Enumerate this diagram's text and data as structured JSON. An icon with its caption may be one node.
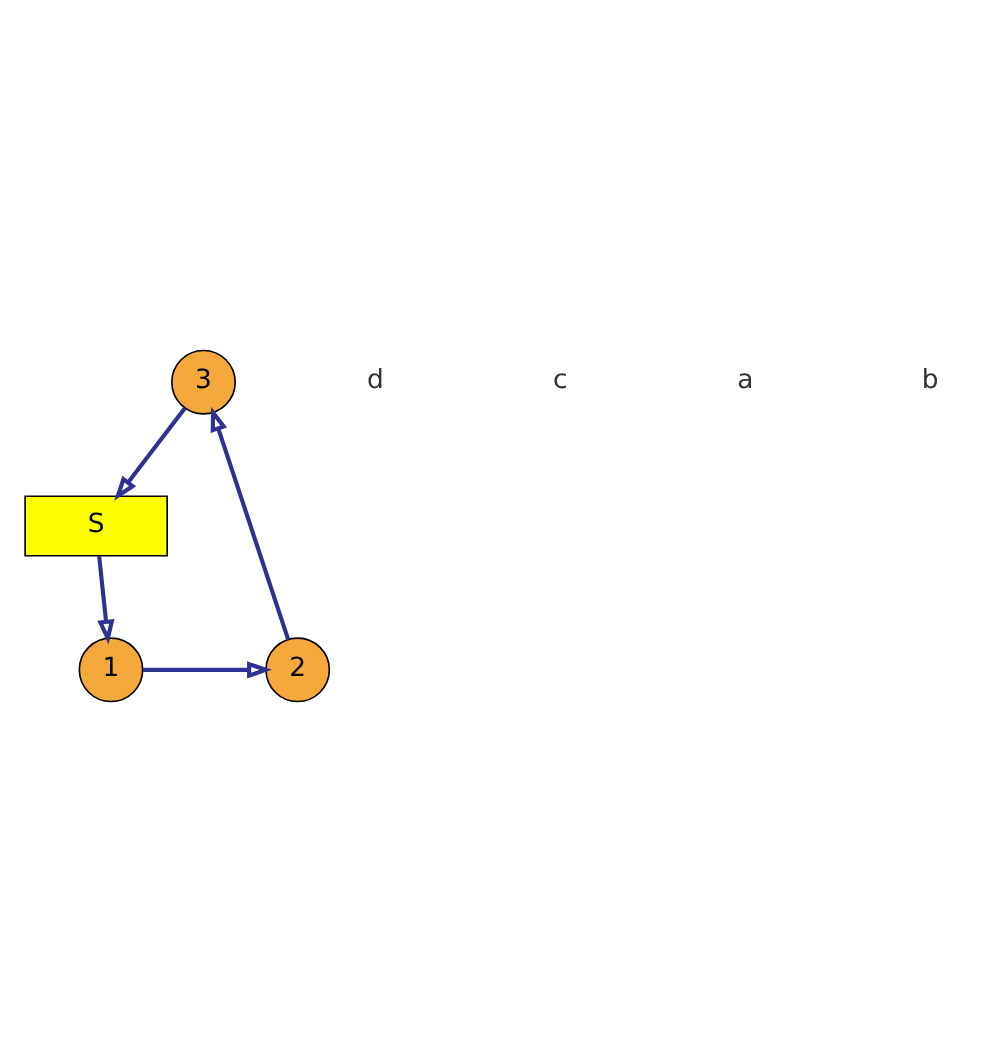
{
  "diagram": {
    "nodes": [
      {
        "text": [
          "3"
        ]
      },
      {
        "text": [
          "2"
        ]
      },
      {
        "text": [
          "1"
        ]
      },
      {
        "text": [
          "S"
        ]
      }
    ],
    "edges": [
      {
        "from": 3,
        "to": 2,
        "arrow": "to"
      },
      {
        "from": 2,
        "to": 1,
        "arrow": "to"
      },
      {
        "from": 1,
        "to": 0,
        "arrow": "to"
      },
      {
        "from": 0,
        "to": 3,
        "arrow": "to"
      }
    ],
    "labels": [
      "d",
      "c",
      "a",
      "b"
    ]
  }
}
